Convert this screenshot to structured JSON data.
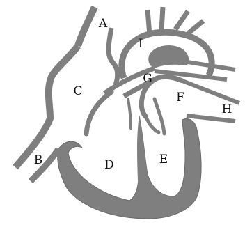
{
  "diagram": {
    "labels": {
      "a": "A",
      "b": "B",
      "c": "C",
      "d": "D",
      "e": "E",
      "f": "F",
      "g": "G",
      "h": "H",
      "i": "I"
    },
    "colors": {
      "wall": "#7f7f7f",
      "line": "#6f6f6f",
      "background": "#ffffff",
      "text": "#111111"
    }
  }
}
